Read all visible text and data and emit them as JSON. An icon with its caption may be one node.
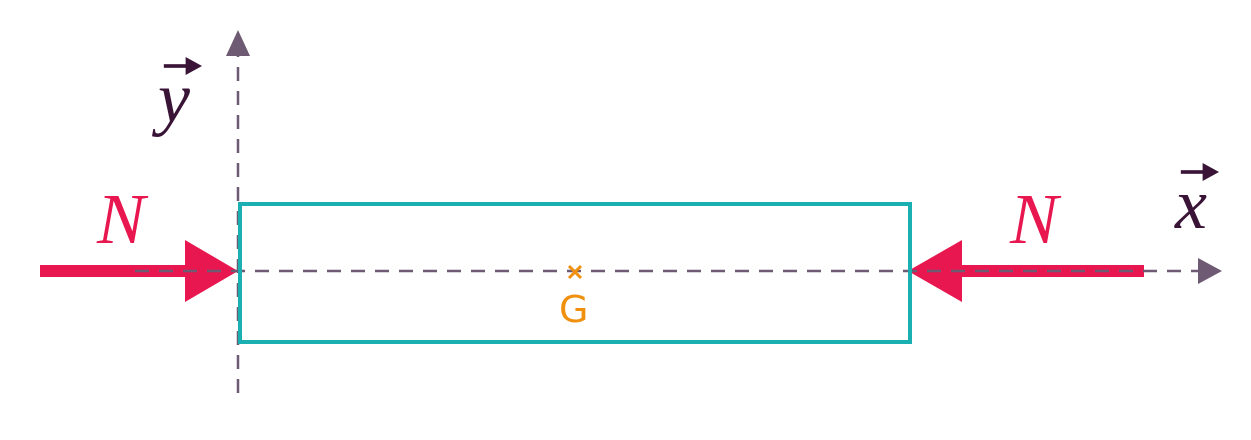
{
  "diagram": {
    "nodes": [
      {
        "text": [
          "G"
        ]
      }
    ],
    "labels": [
      "y",
      "x",
      "N",
      "N"
    ]
  }
}
